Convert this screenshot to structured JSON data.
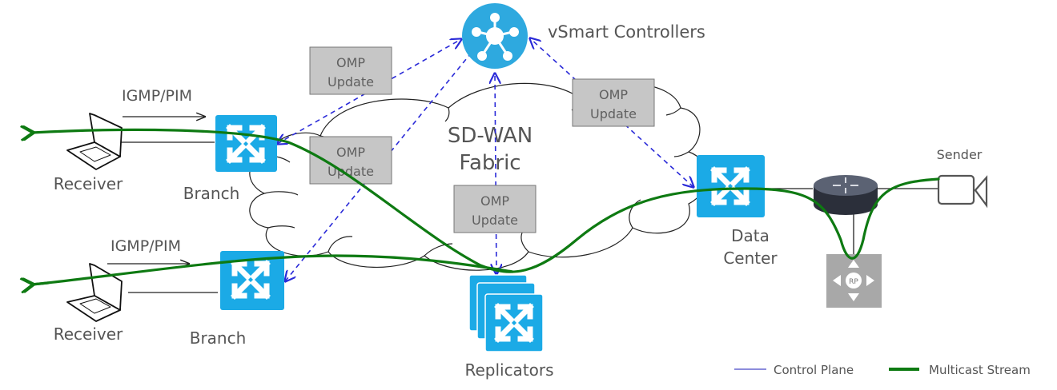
{
  "controllers": {
    "label": "vSmart Controllers"
  },
  "fabric": {
    "line1": "SD-WAN",
    "line2": "Fabric"
  },
  "receivers": [
    {
      "label": "Receiver",
      "protocol": "IGMP/PIM"
    },
    {
      "label": "Receiver",
      "protocol": "IGMP/PIM"
    }
  ],
  "branches": [
    {
      "label": "Branch"
    },
    {
      "label": "Branch"
    }
  ],
  "data_center": {
    "line1": "Data",
    "line2": "Center"
  },
  "replicators": {
    "label": "Replicators"
  },
  "sender": {
    "label": "Sender"
  },
  "rp": {
    "label": "RP"
  },
  "omp_updates": [
    {
      "line1": "OMP",
      "line2": "Update"
    },
    {
      "line1": "OMP",
      "line2": "Update"
    },
    {
      "line1": "OMP",
      "line2": "Update"
    },
    {
      "line1": "OMP",
      "line2": "Update"
    }
  ],
  "legend": {
    "control_plane": "Control Plane",
    "multicast_stream": "Multicast Stream"
  },
  "colors": {
    "device_blue": "#1BAAE6",
    "controller_blue": "#2EA9DF",
    "control_plane": "#2A2AD8",
    "multicast": "#0E7A12",
    "omp_box": "#C6C6C6",
    "rp_gray": "#A8A8A8"
  }
}
